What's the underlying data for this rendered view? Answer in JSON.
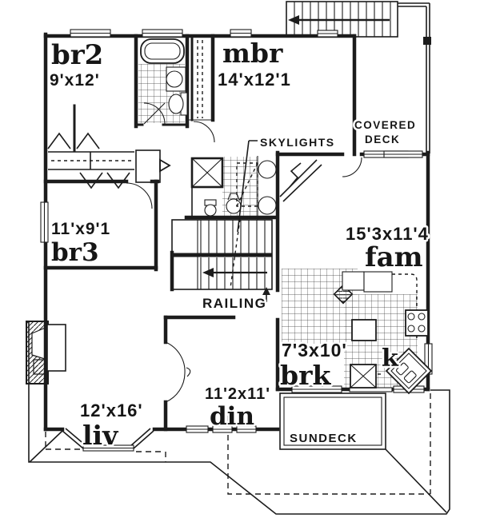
{
  "plan": {
    "rooms": [
      {
        "key": "br2",
        "name": "br2",
        "dims": "9'x12'"
      },
      {
        "key": "mbr",
        "name": "mbr",
        "dims": "14'x12'1"
      },
      {
        "key": "br3",
        "name": "br3",
        "dims": "11'x9'1"
      },
      {
        "key": "fam",
        "name": "fam",
        "dims": "15'3x11'4"
      },
      {
        "key": "brk",
        "name": "brk",
        "dims": "7'3x10'"
      },
      {
        "key": "kitchen",
        "name": "k",
        "dims": ""
      },
      {
        "key": "din",
        "name": "din",
        "dims": "11'2x11'"
      },
      {
        "key": "liv",
        "name": "liv",
        "dims": "12'x16'"
      }
    ],
    "annotations": {
      "covered_deck_line1": "COVERED",
      "covered_deck_line2": "DECK",
      "skylights": "SKYLIGHTS",
      "railing": "RAILING",
      "sundeck": "SUNDECK"
    },
    "colors": {
      "ink": "#1c1c1c",
      "paper": "#ffffff"
    }
  }
}
